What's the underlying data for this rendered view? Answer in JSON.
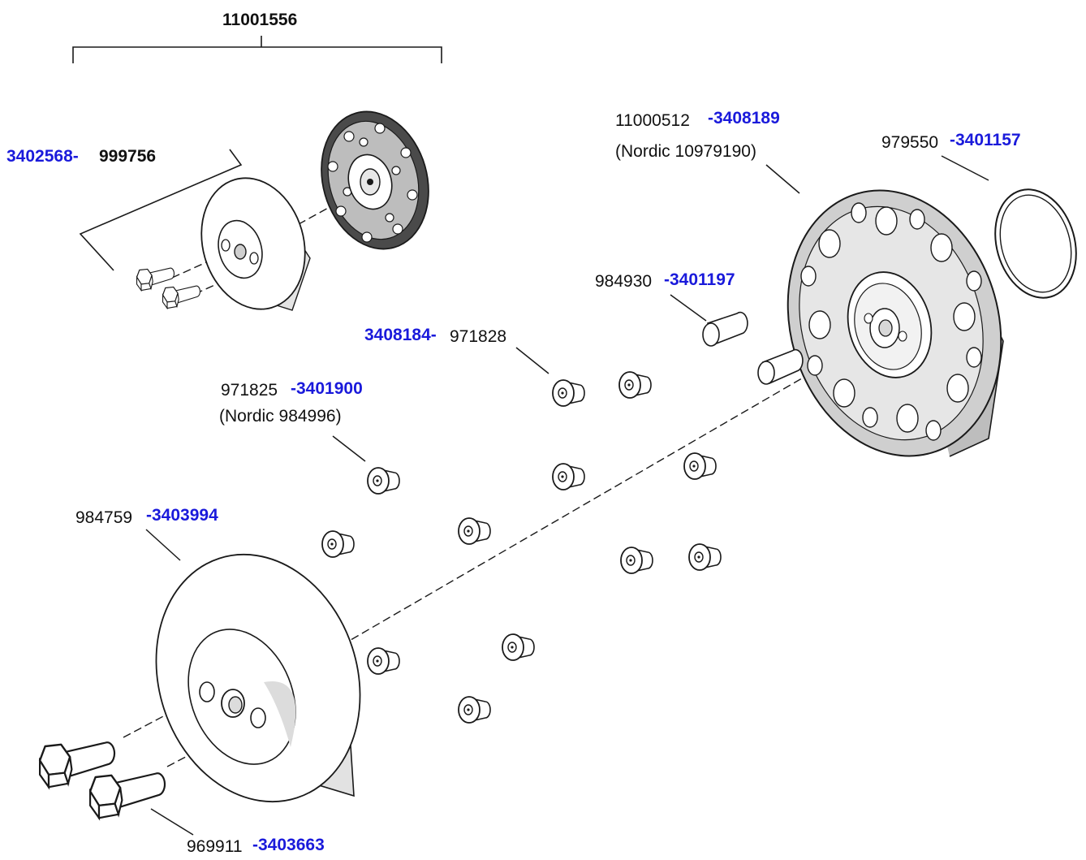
{
  "colors": {
    "part_number": "#111111",
    "order_number": "#1a1adb",
    "line": "#1a1a1a",
    "shade": "#cfcfcf"
  },
  "labels": {
    "assembly": "11001556",
    "small_disc_order": "3402568-",
    "small_disc_part": "999756",
    "flange_part": "11000512",
    "flange_order": "-3408189",
    "flange_nordic": "(Nordic 10979190)",
    "oring_part": "979550",
    "oring_order": "-3401157",
    "pin_part": "984930",
    "pin_order": "-3401197",
    "screw_a_order": "3408184-",
    "screw_a_part": "971828",
    "screw_b_part": "971825",
    "screw_b_order": "-3401900",
    "screw_b_nordic": "(Nordic 984996)",
    "disc_part": "984759",
    "disc_order": "-3403994",
    "bolt_part": "969911",
    "bolt_order": "-3403663"
  }
}
